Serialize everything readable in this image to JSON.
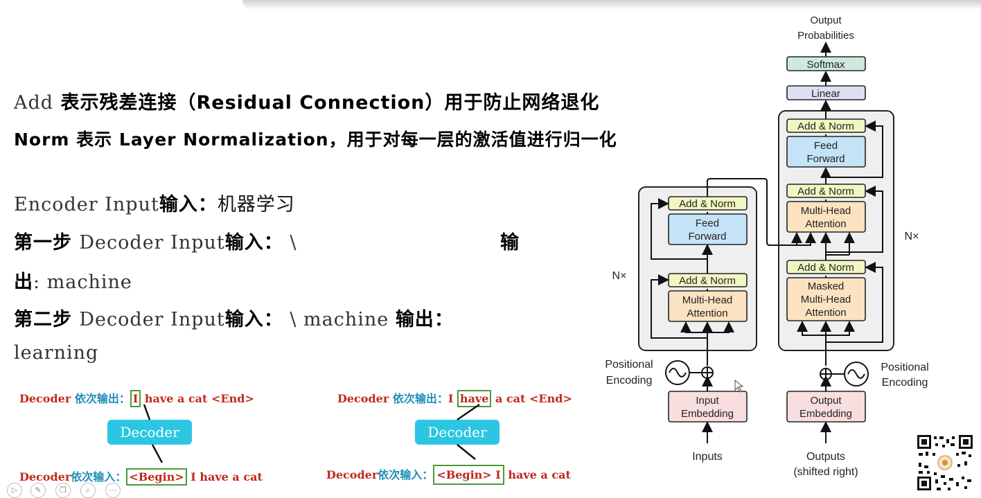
{
  "lines": {
    "l1_a": "Add",
    "l1_b": " 表示残差连接（Residual Connection）用于防止网络退化",
    "l2": "Norm 表示 Layer Normalization，用于对每一层的激活值进行归一化",
    "l3_a": "Encoder Input",
    "l3_b": "输入：",
    "l3_c": "机器学习",
    "l4_a": "第一步 ",
    "l4_b": "Decoder Input",
    "l4_c": "输入：",
    "l4_d": " \\",
    "l4_e": "输",
    "l5_a": "出",
    "l5_b": ": machine",
    "l6_a": "第二步 ",
    "l6_b": "Decoder Input",
    "l6_c": "输入：",
    "l6_d": " \\ machine   ",
    "l6_e": "输出：",
    "l7": "learning"
  },
  "examples": [
    {
      "out_prefix_red": "Decoder ",
      "out_prefix_blue": "依次输出：",
      "out_tokens": [
        "I",
        "have",
        "a",
        "cat",
        "<End>"
      ],
      "decoder_label": "Decoder",
      "in_prefix_red": "Decoder",
      "in_prefix_blue": "依次输入：",
      "in_tokens": [
        "<Begin>",
        "I",
        "have",
        "a",
        "cat"
      ]
    },
    {
      "out_prefix_red": "Decoder ",
      "out_prefix_blue": "依次输出：",
      "out_tokens": [
        "I",
        "have",
        "a",
        "cat",
        "<End>"
      ],
      "decoder_label": "Decoder",
      "in_prefix_red": "Decoder",
      "in_prefix_blue": "依次输入：",
      "in_tokens": [
        "<Begin>",
        "I",
        "have",
        "a",
        "cat"
      ]
    }
  ],
  "transformer": {
    "output_title_1": "Output",
    "output_title_2": "Probabilities",
    "softmax": "Softmax",
    "linear": "Linear",
    "add_norm": "Add & Norm",
    "feed_forward_1": "Feed",
    "feed_forward_2": "Forward",
    "multi_head_1": "Multi-Head",
    "multi_head_2": "Attention",
    "masked": "Masked",
    "nx": "N×",
    "pos_enc_1": "Positional",
    "pos_enc_2": "Encoding",
    "input_emb_1": "Input",
    "input_emb_2": "Embedding",
    "output_emb_1": "Output",
    "output_emb_2": "Embedding",
    "inputs": "Inputs",
    "outputs_1": "Outputs",
    "outputs_2": "(shifted right)"
  },
  "colors": {
    "add_norm_fill": "#f2f6c2",
    "feed_forward_fill": "#c5e3f7",
    "attention_fill": "#fbe2c0",
    "embedding_fill": "#f8dede",
    "softmax_fill": "#cfeadb",
    "linear_fill": "#dde0f2",
    "block_fill": "#efefef",
    "decoder_box": "#2cc6e3",
    "highlight": "#4a9a3a"
  },
  "icons": [
    "play-icon",
    "pen-icon",
    "copy-icon",
    "zoom-icon",
    "more-icon",
    "qr-code-icon"
  ]
}
